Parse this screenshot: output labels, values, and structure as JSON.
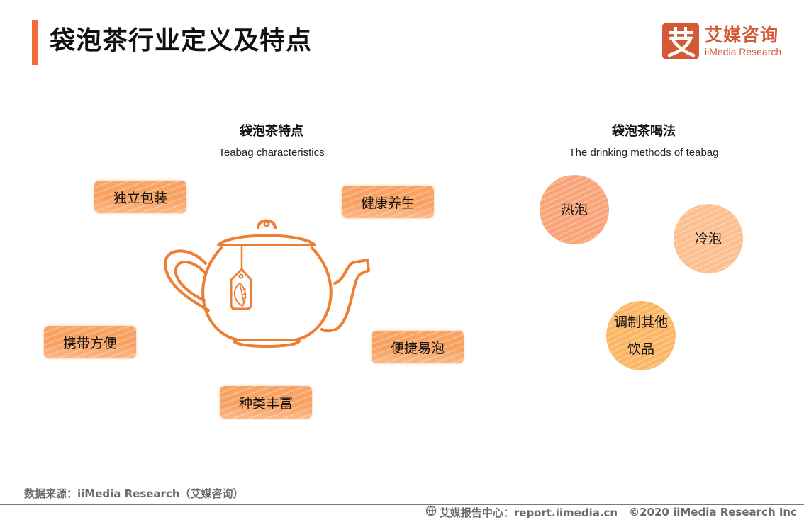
{
  "header": {
    "title": "袋泡茶行业定义及特点",
    "accent_color": "#f26a35"
  },
  "logo": {
    "mark_char": "艾",
    "name_cn": "艾媒咨询",
    "name_en": "iiMedia Research",
    "brand_color": "#d45a37"
  },
  "characteristics": {
    "title_cn": "袋泡茶特点",
    "title_en": "Teabag characteristics",
    "illustration": "teapot-with-teabag-icon",
    "tags": [
      {
        "label": "独立包装"
      },
      {
        "label": "健康养生"
      },
      {
        "label": "携带方便"
      },
      {
        "label": "便捷易泡"
      },
      {
        "label": "种类丰富"
      }
    ],
    "tag_color": "#f8a060"
  },
  "drinking_methods": {
    "title_cn": "袋泡茶喝法",
    "title_en": "The drinking methods of teabag",
    "methods": [
      {
        "label": "热泡",
        "color": "#f9a478"
      },
      {
        "label": "冷泡",
        "color": "#fcbf90"
      },
      {
        "label_line1": "调制其他",
        "label_line2": "饮品",
        "color": "#fbb765"
      }
    ]
  },
  "source": "数据来源：iiMedia Research（艾媒咨询）",
  "footer": {
    "icon": "globe-icon",
    "report_center": "艾媒报告中心：report.iimedia.cn",
    "copyright": "©2020  iiMedia Research  Inc"
  }
}
